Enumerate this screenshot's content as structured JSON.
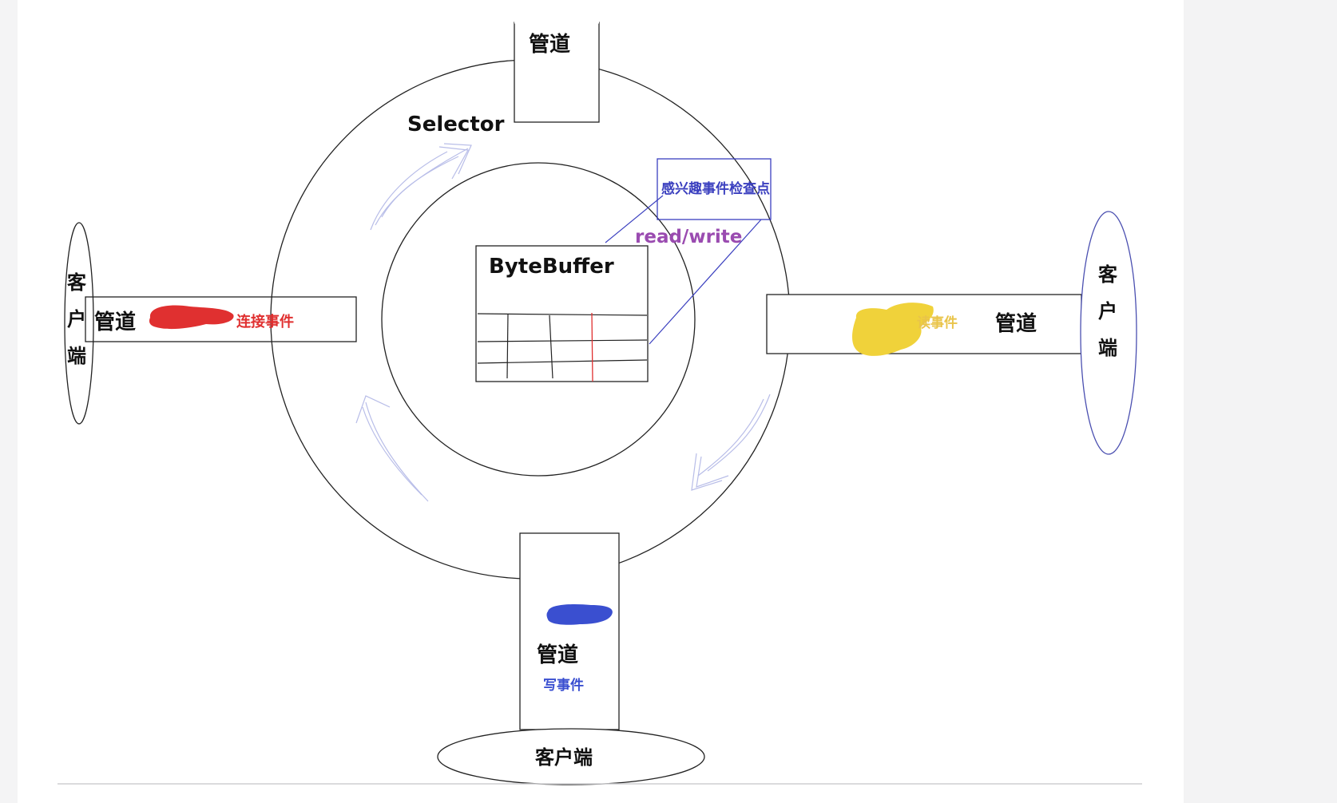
{
  "diagram": {
    "selector_label": "Selector",
    "bytebuffer_label": "ByteBuffer",
    "checkpoint_label": "感兴趣事件检查点",
    "readwrite_label": "read/write",
    "channels": {
      "top": {
        "label": "管道"
      },
      "left": {
        "label": "管道",
        "event": "连接事件",
        "client_chars": [
          "客",
          "户",
          "端"
        ]
      },
      "right": {
        "label": "管道",
        "event": "读事件",
        "client_chars": [
          "客",
          "户",
          "端"
        ]
      },
      "bottom": {
        "label": "管道",
        "event": "写事件",
        "client": "客户端"
      }
    },
    "colors": {
      "connect_event": "#e03030",
      "read_event": "#f0d23a",
      "write_event": "#3a4fd0",
      "checkpoint": "#3a3fbf",
      "readwrite": "#9a4bb0",
      "arrow_sketch": "#b8bde8",
      "client_right_border": "#4a4fb0"
    }
  }
}
